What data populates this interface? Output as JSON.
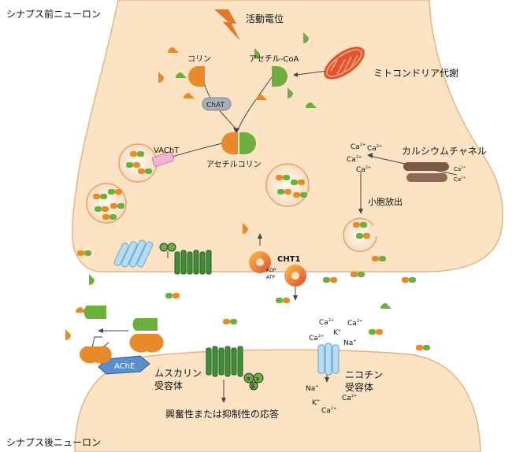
{
  "labels": {
    "presynaptic": "シナプス前ニューロン",
    "postsynaptic": "シナプス後ニューロン",
    "action_potential": "活動電位",
    "choline": "コリン",
    "acetyl_coa": "アセチル-CoA",
    "mito": "ミトコンドリア代謝",
    "chat": "ChAT",
    "vacht": "VAChT",
    "acetylcholine": "アセチルコリン",
    "ca_channel": "カルシウムチャネル",
    "vesicle_release": "小胞放出",
    "cht1": "CHT1",
    "adp": "ADP",
    "atp": "ATP",
    "ache": "AChE",
    "muscarinic_1": "ムスカリン",
    "muscarinic_2": "受容体",
    "nicotinic_1": "ニコチン",
    "nicotinic_2": "受容体",
    "response": "興奮性または抑制性の応答",
    "alpha": "α",
    "gamma": "γ",
    "beta": "β",
    "ion_ca": "Ca",
    "ion_na": "Na",
    "ion_k": "K",
    "sup_2plus": "2+",
    "sup_plus": "+"
  },
  "colors": {
    "cell": "#fce3c4",
    "cell_edge": "#e4b489",
    "orange": "#e88a2a",
    "green": "#6dae3e",
    "muscarinic": "#3f8e3a",
    "nicotinic": "#b6dcf4",
    "channel": "#7b5a45",
    "chat": "#a9aebb",
    "vacht": "#f4b4d6",
    "ache": "#5b8fc9",
    "lightning": "#e5772a"
  }
}
